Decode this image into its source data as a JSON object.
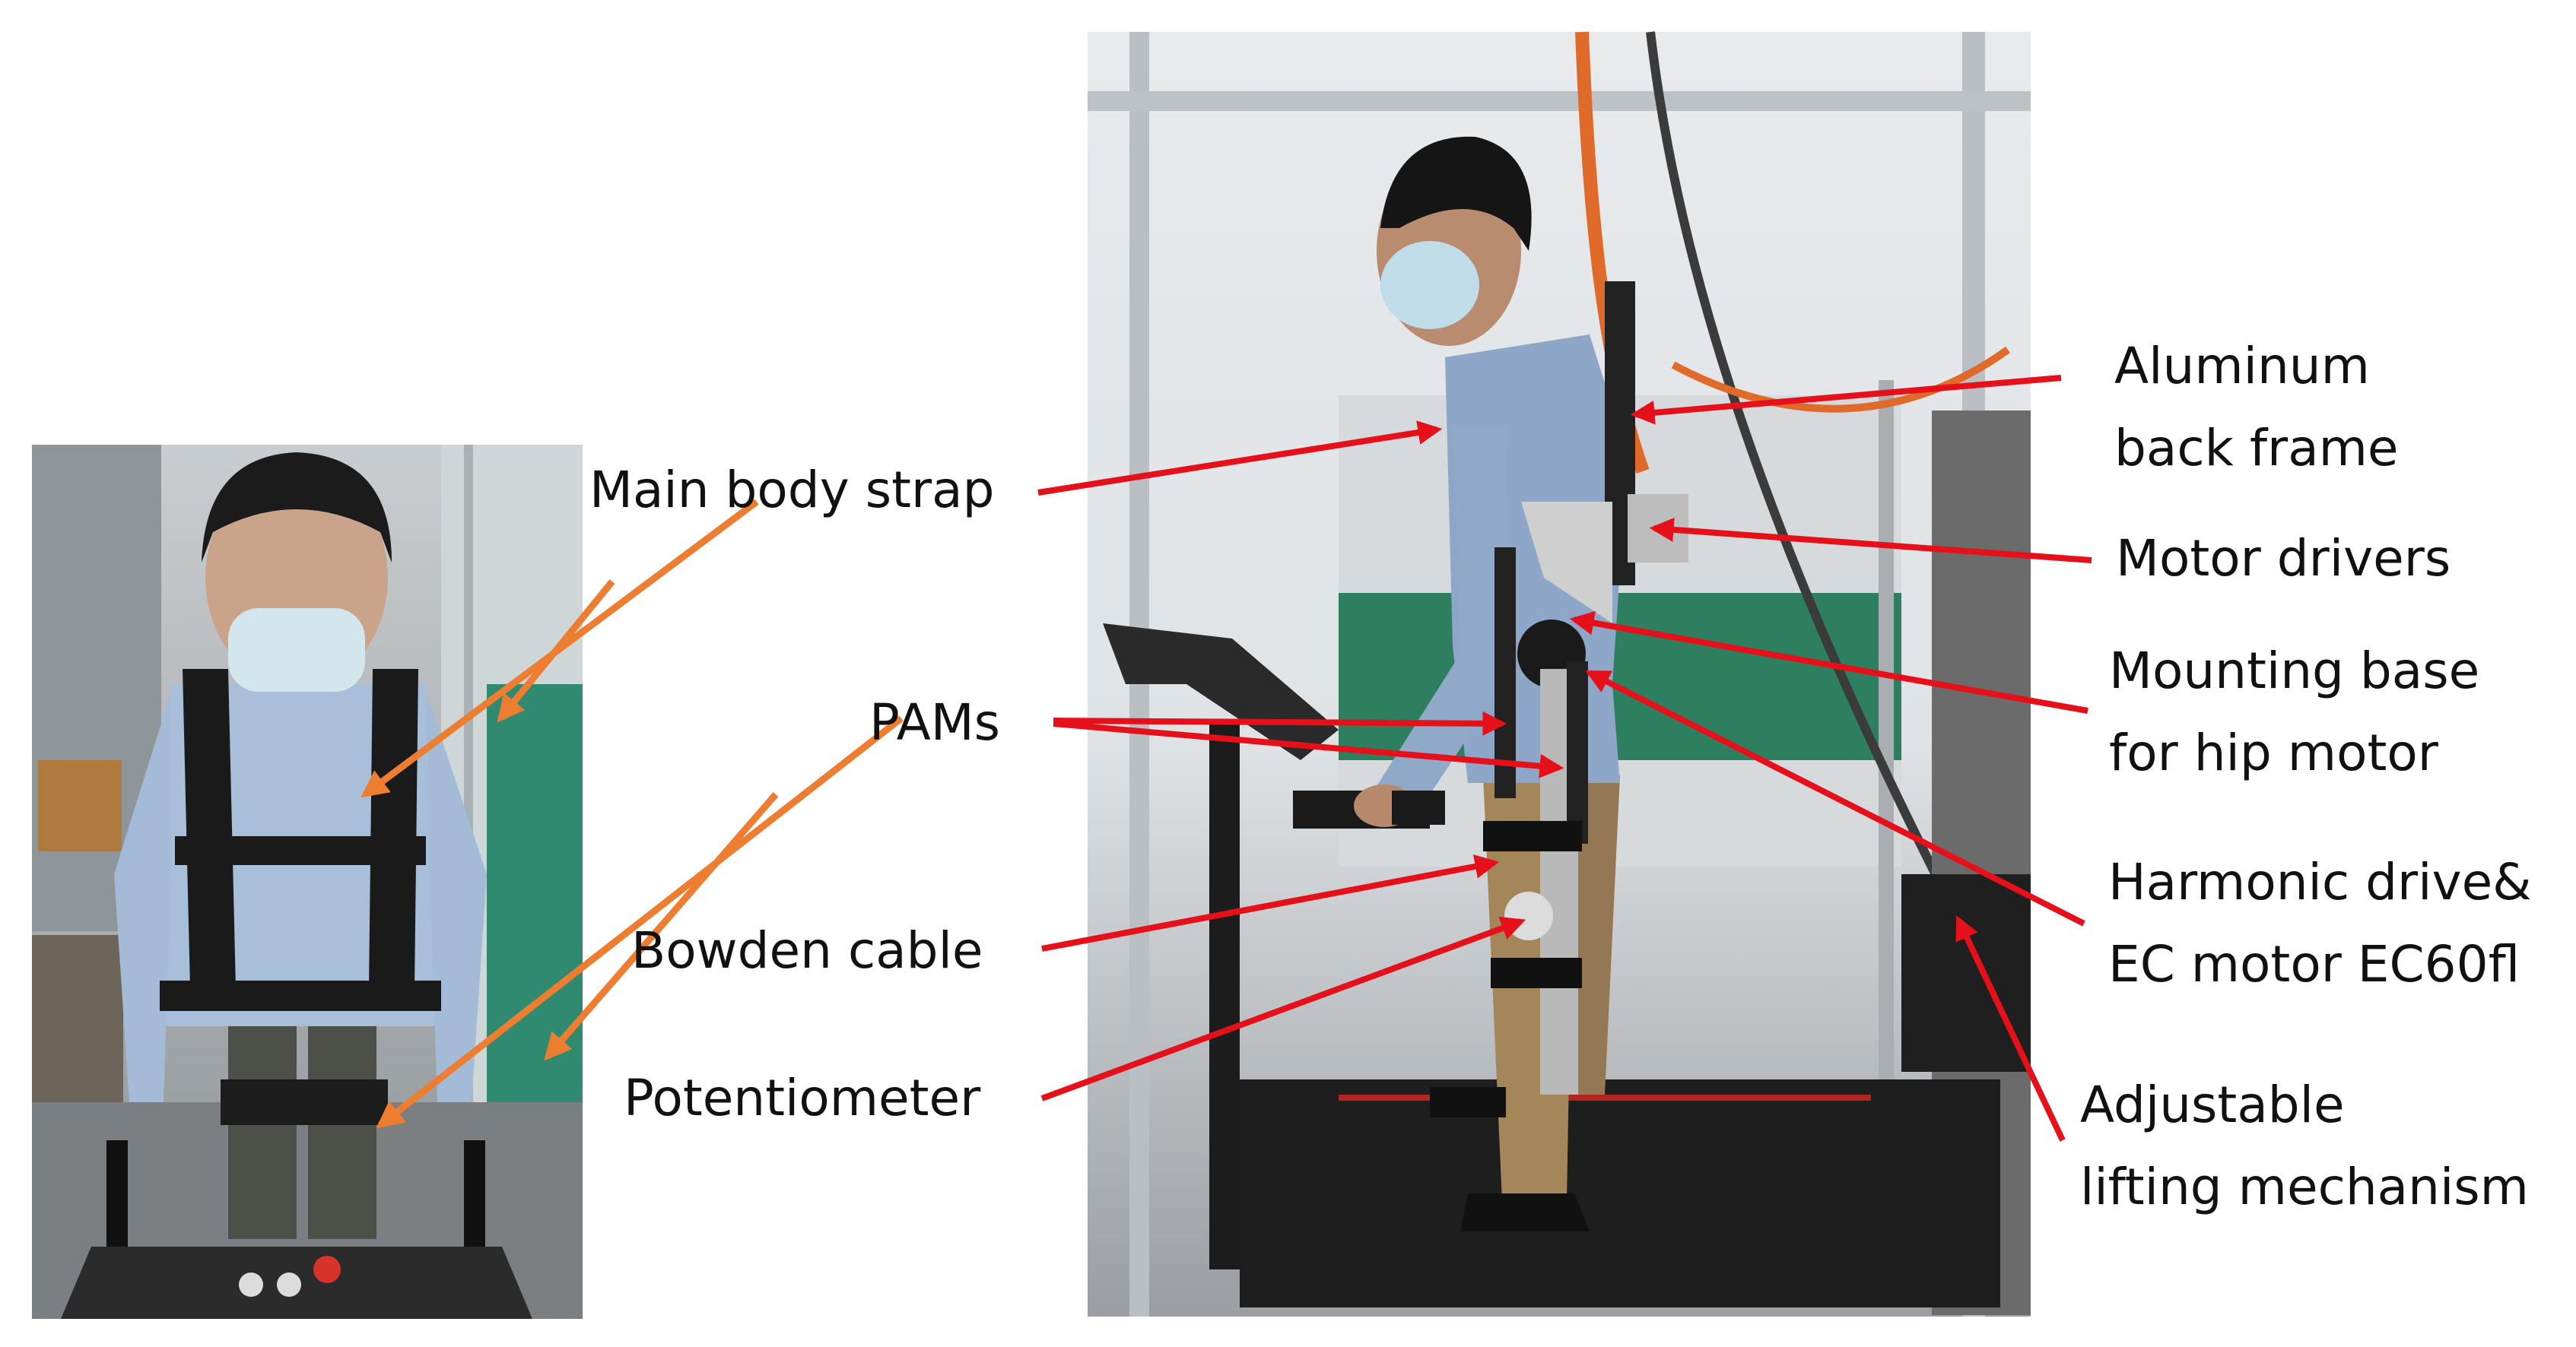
{
  "colors": {
    "arrow_red": "#e5101a",
    "arrow_orange": "#ed7d31",
    "text": "#111111"
  },
  "photos": {
    "left": {
      "description_icon": "front-view-photo-icon"
    },
    "right": {
      "description_icon": "side-view-photo-icon"
    }
  },
  "labels": {
    "main_body_strap": "Main body strap",
    "pams": "PAMs",
    "bowden_cable": "Bowden cable",
    "potentiometer": "Potentiometer",
    "aluminum_back_frame_line1": "Aluminum",
    "aluminum_back_frame_line2": "back frame",
    "motor_drivers": "Motor drivers",
    "mounting_base_line1": "Mounting base",
    "mounting_base_line2": "for hip motor",
    "harmonic_drive_line1": "Harmonic drive&",
    "harmonic_drive_line2": "EC motor EC60fl",
    "adjustable_lifting_line1": "Adjustable",
    "adjustable_lifting_line2": "lifting mechanism"
  }
}
